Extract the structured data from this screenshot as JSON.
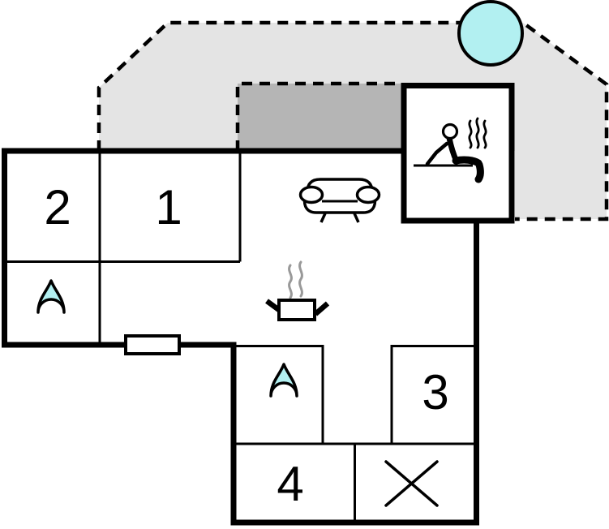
{
  "plan": {
    "type": "floor-plan",
    "labels": {
      "room_1": "1",
      "room_2": "2",
      "room_3": "3",
      "room_4": "4"
    },
    "icons": {
      "hot_tub": "hot-tub-circle",
      "sauna": "sauna-person-with-steam",
      "sofa": "sofa-front-view",
      "stove": "steaming-pot",
      "bathroom_upper": "water-drop",
      "bathroom_lower": "water-drop",
      "cross_room": "diagonal-x-mark",
      "window": "window-opening"
    },
    "colors": {
      "wall": "#000000",
      "terrace_fill": "#e4e4e4",
      "shaded_terrace_fill": "#b5b5b5",
      "water_fill": "#b2f0f1",
      "pot_steam": "#999999",
      "background": "#ffffff"
    }
  }
}
